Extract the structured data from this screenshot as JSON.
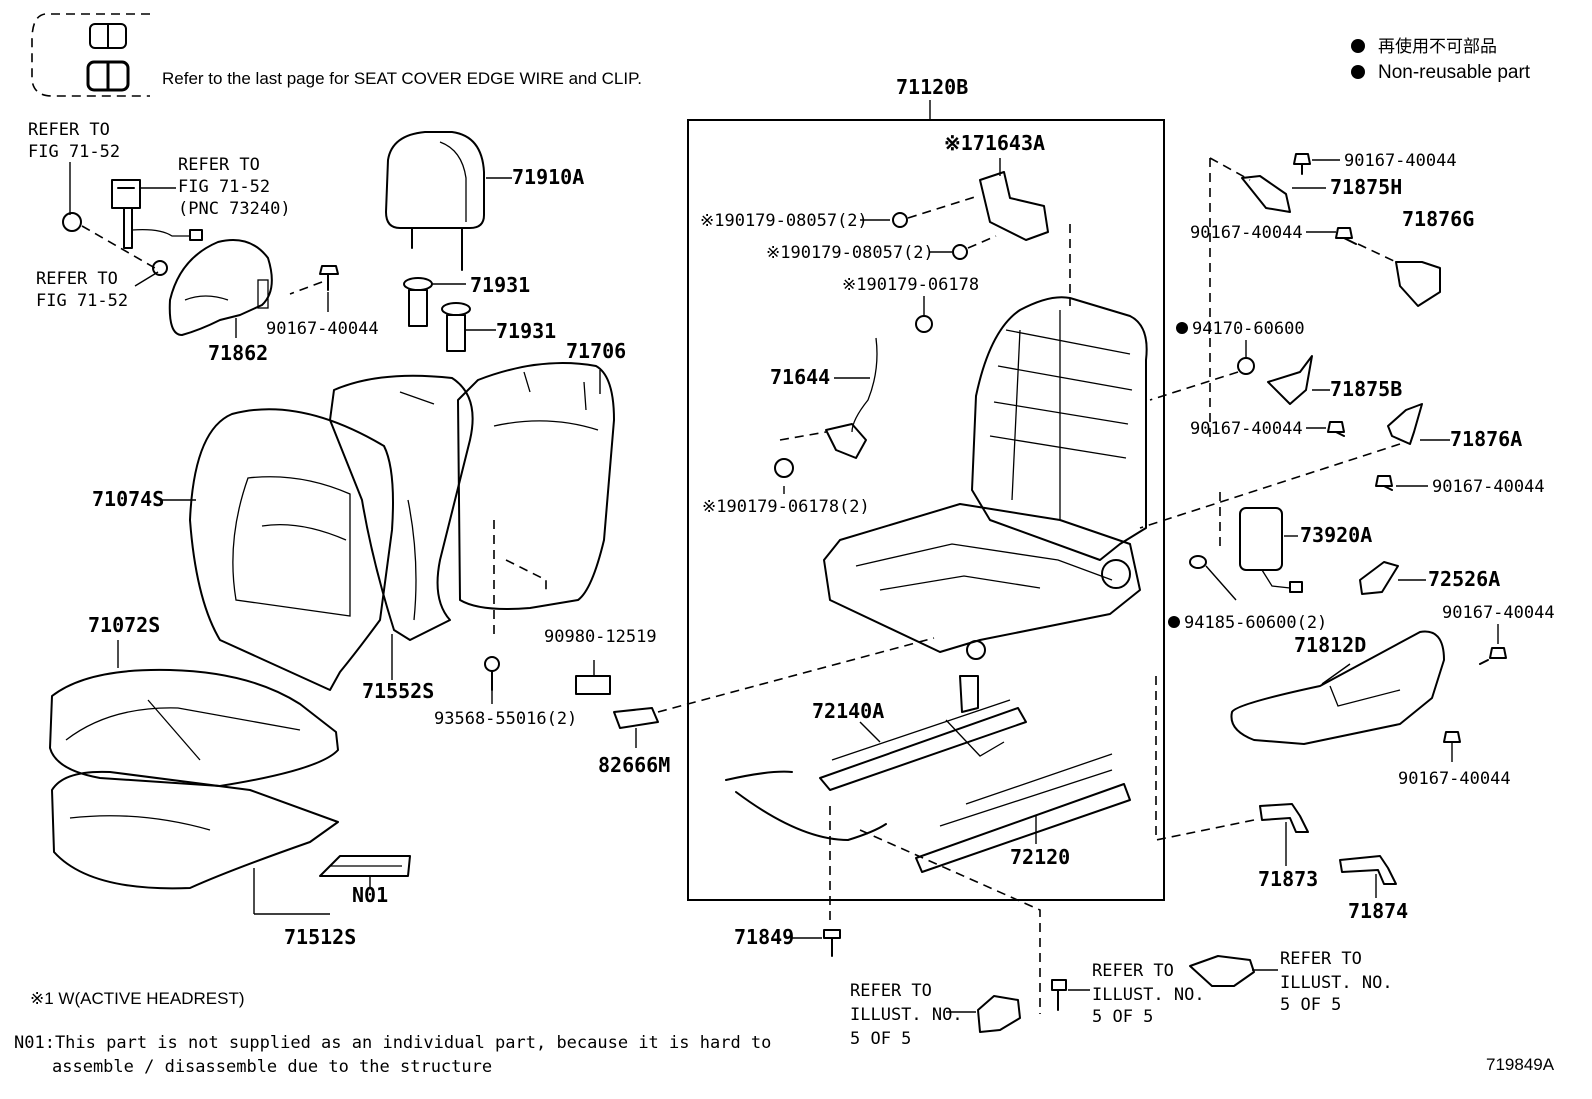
{
  "legend": {
    "note_text": "Refer to the last page for SEAT COVER EDGE WIRE and CLIP.",
    "nonreusable_jp": "再使用不可部品",
    "nonreusable_en": "Non-reusable part",
    "bullet_symbol": "●"
  },
  "group_label": "71120B",
  "labels": {
    "refer_fig_a1": "REFER TO",
    "refer_fig_a2": "FIG 71-52",
    "refer_fig_b1": "REFER TO",
    "refer_fig_b2": "FIG 71-52",
    "refer_fig_b3": "(PNC 73240)",
    "refer_fig_c1": "REFER TO",
    "refer_fig_c2": "FIG 71-52",
    "p71910A": "71910A",
    "p71931a": "71931",
    "p71931b": "71931",
    "p90167_1": "90167-40044",
    "p71862": "71862",
    "p71706": "71706",
    "p71074S": "71074S",
    "p71072S": "71072S",
    "p71552S": "71552S",
    "p90980": "90980-12519",
    "p93568": "93568-55016(2)",
    "p82666M": "82666M",
    "pN01": "N01",
    "p71512S": "71512S",
    "p71643A": "※171643A",
    "p90179a": "※190179-08057(2)",
    "p90179b": "※190179-08057(2)",
    "p90179c": "※190179-06178",
    "p71644": "71644",
    "p90179d": "※190179-06178(2)",
    "p72140A": "72140A",
    "p72120": "72120",
    "p71849": "71849",
    "p90167_2": "90167-40044",
    "p71875H": "71875H",
    "p90167_3": "90167-40044",
    "p71876G": "71876G",
    "p94170": "94170-60600",
    "p71875B": "71875B",
    "p90167_4": "90167-40044",
    "p71876A": "71876A",
    "p90167_5": "90167-40044",
    "p73920A": "73920A",
    "p94185": "94185-60600(2)",
    "p72526A": "72526A",
    "p90167_6": "90167-40044",
    "p71812D": "71812D",
    "p90167_7": "90167-40044",
    "p71873": "71873",
    "p71874": "71874",
    "ref_illust_a1": "REFER TO",
    "ref_illust_a2": "ILLUST. NO.",
    "ref_illust_a3": "5 OF 5",
    "ref_illust_b1": "REFER TO",
    "ref_illust_b2": "ILLUST. NO.",
    "ref_illust_b3": "5 OF 5",
    "ref_illust_c1": "REFER TO",
    "ref_illust_c2": "ILLUST. NO.",
    "ref_illust_c3": "5 OF 5"
  },
  "footnotes": {
    "active_headrest": "※1 W(ACTIVE HEADREST)",
    "n01_line1": "N01:This part is not supplied as an individual part, because it is hard to",
    "n01_line2": "assemble / disassemble due to the structure"
  },
  "figure_id": "719849A"
}
